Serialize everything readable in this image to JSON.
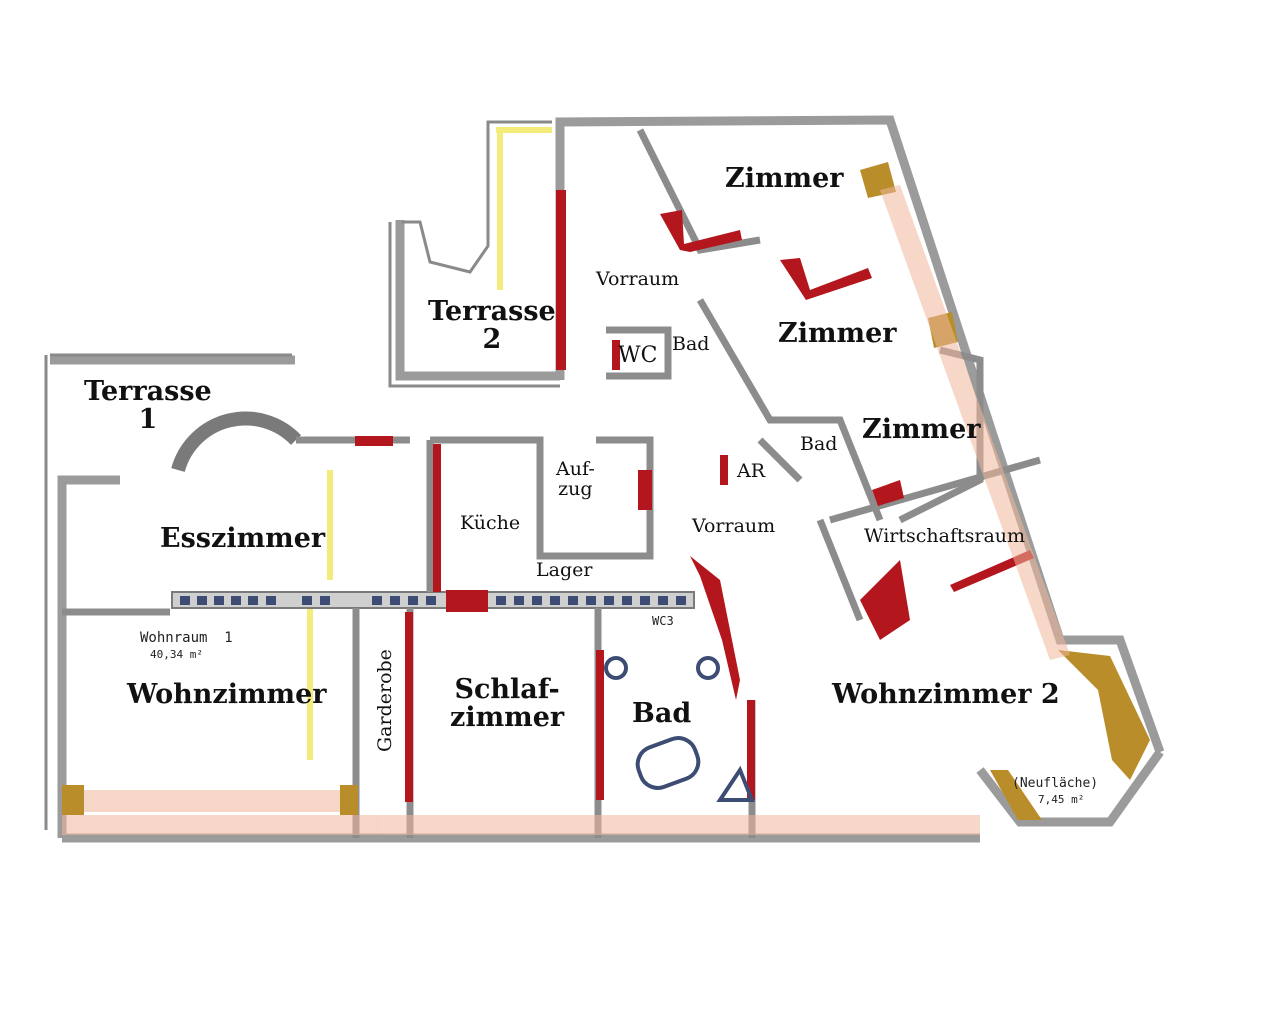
{
  "rooms": {
    "terrasse_1": "Terrasse\n1",
    "terrasse_2": "Terrasse\n2",
    "zimmer_top": "Zimmer",
    "zimmer_mid": "Zimmer",
    "zimmer_right": "Zimmer",
    "vorraum_top": "Vorraum",
    "wc": "WC",
    "bad_upper": "Bad",
    "bad_right": "Bad",
    "ar": "AR",
    "aufzug": "Auf-\nzug",
    "kueche": "Küche",
    "esszimmer": "Esszimmer",
    "vorraum_mid": "Vorraum",
    "wirtschaftsraum": "Wirtschaftsraum",
    "lager": "Lager",
    "wohnzimmer": "Wohnzimmer",
    "garderobe": "Garderobe",
    "schlafzimmer": "Schlaf-\nzimmer",
    "bad_bottom": "Bad",
    "wohnzimmer_2": "Wohnzimmer 2"
  },
  "plan_annotations": {
    "wohnraum_1": "Wohnraum  1",
    "wohnraum_1_area": "40,34 m²",
    "neuflaeche": "(Neufläche)",
    "neuflaeche_area": "7,45 m²",
    "wc3": "WC3"
  },
  "colors": {
    "wall": "#9b9b9b",
    "wall_dark": "#6f6f6f",
    "red": "#b3161c",
    "yellow": "#f4ec7a",
    "gold": "#b98e2a",
    "salmon": "#efb79a",
    "radiator": "#3d4c72"
  }
}
